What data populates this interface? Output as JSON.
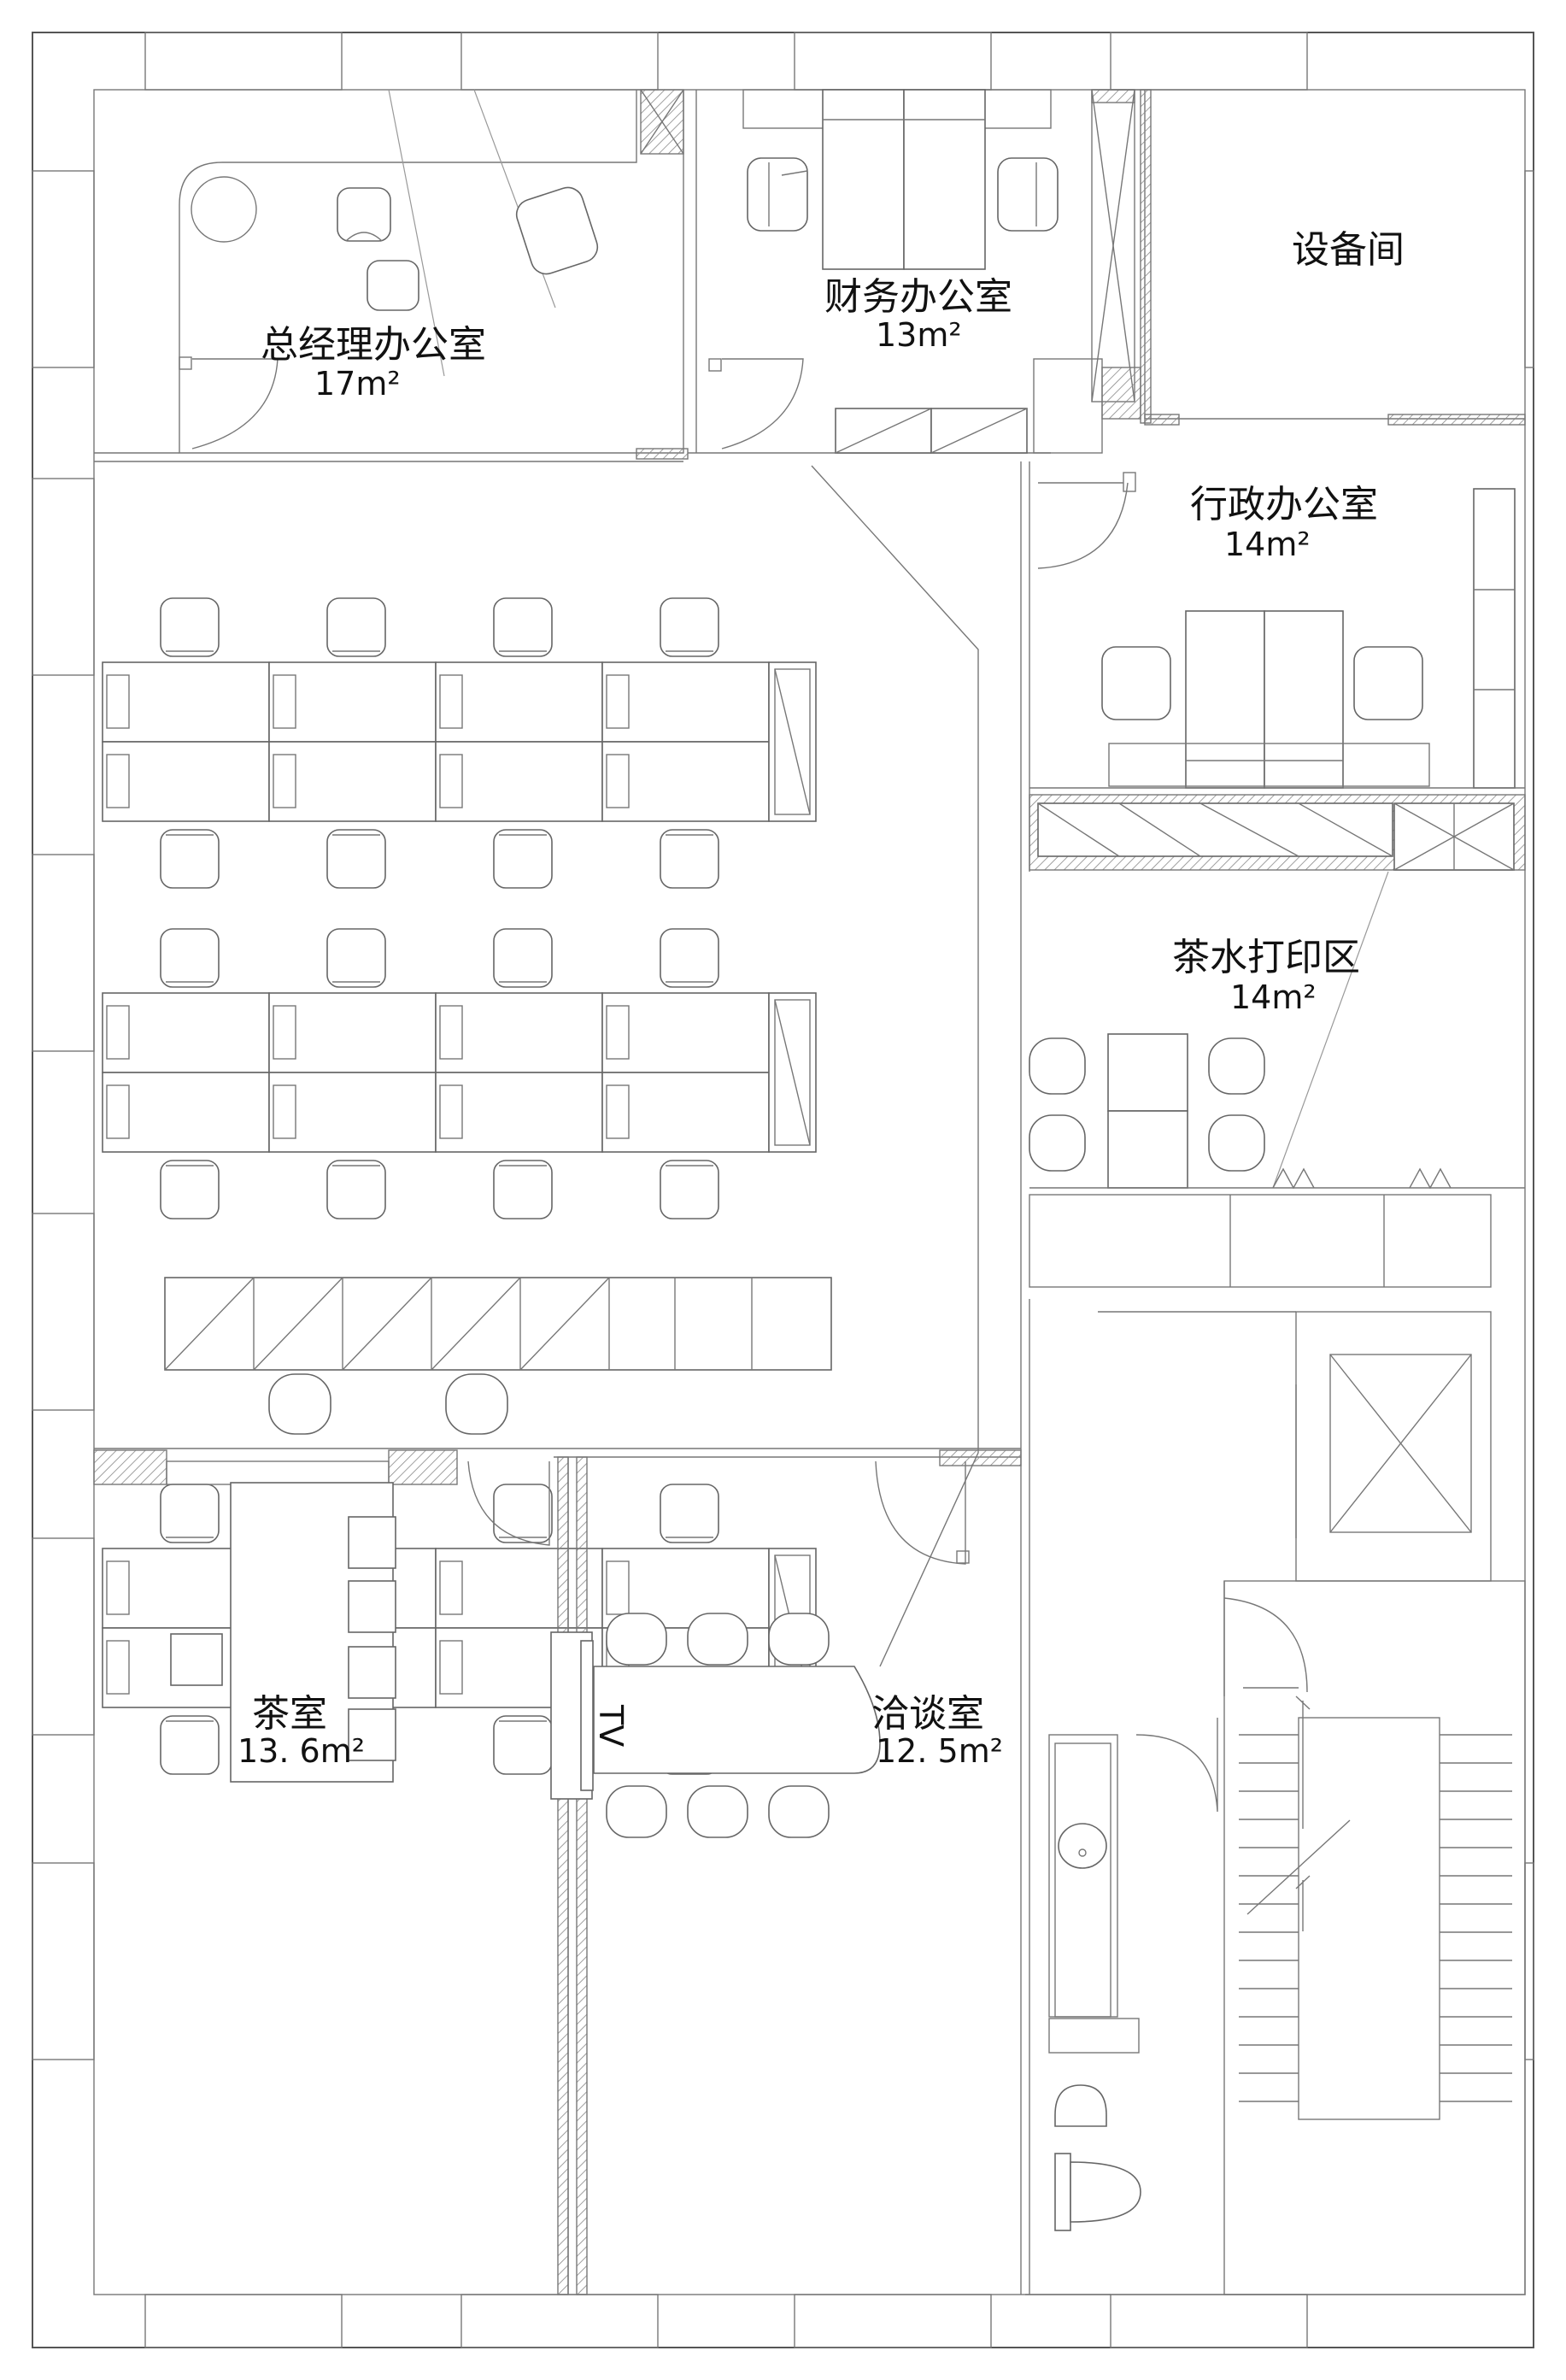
{
  "rooms": {
    "gm_office": {
      "name": "总经理办公室",
      "area": "17m²"
    },
    "finance_office": {
      "name": "财务办公室",
      "area": "13m²"
    },
    "equipment_room": {
      "name": "设备间"
    },
    "admin_office": {
      "name": "行政办公室",
      "area": "14m²"
    },
    "tea_print_area": {
      "name": "茶水打印区",
      "area": "14m²"
    },
    "tea_room": {
      "name": "茶室",
      "area": "13. 6m²"
    },
    "meeting_room": {
      "name": "洽谈室",
      "area": "12. 5m²"
    }
  },
  "meeting": {
    "tv_label": "TV"
  },
  "icons": [
    "chair-icon",
    "desk-icon",
    "door-swing-icon",
    "elevator-icon",
    "staircase-icon",
    "sink-icon",
    "toilet-icon",
    "urinal-icon",
    "cabinet-icon",
    "plant-icon"
  ],
  "colors": {
    "line": "#666666",
    "wall_hatch": "#888888",
    "text": "#111111"
  }
}
